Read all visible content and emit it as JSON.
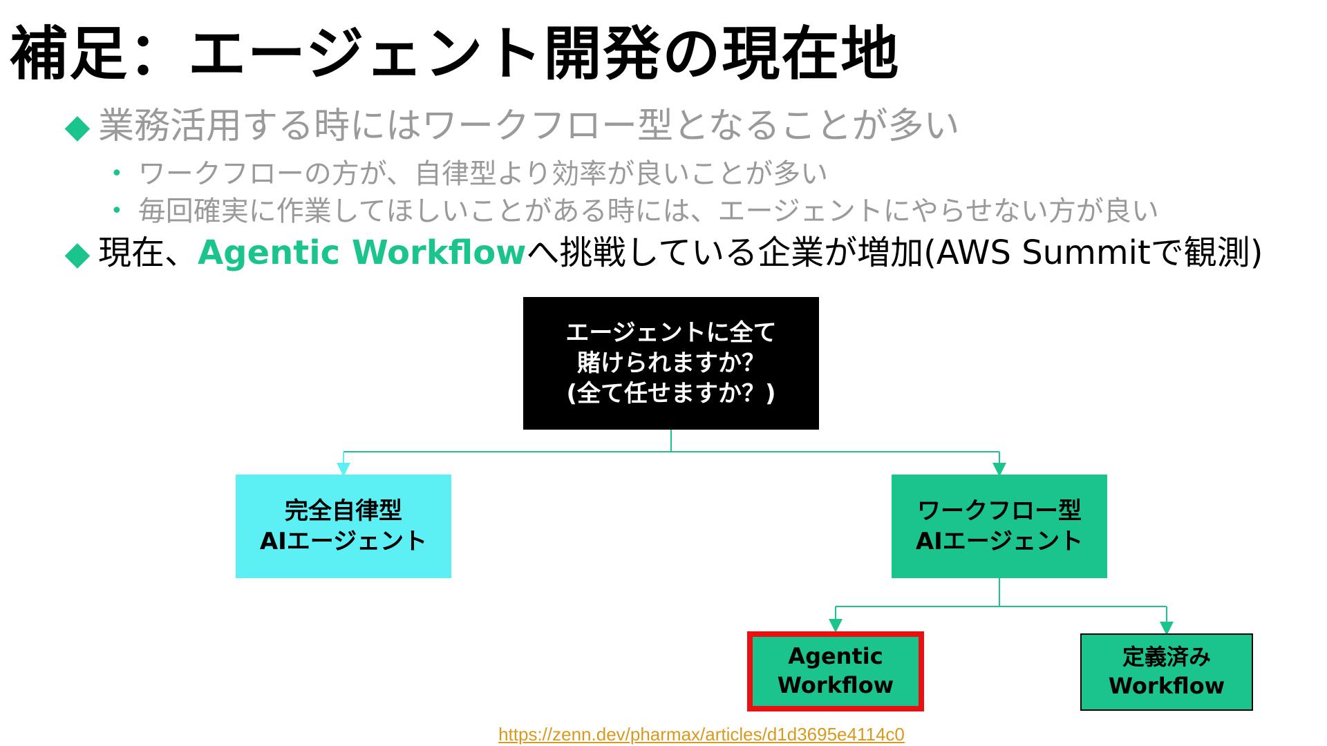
{
  "slide": {
    "title": "補足：エージェント開発の現在地",
    "bullets": [
      {
        "marker": "◆",
        "text": "業務活用する時にはワークフロー型となることが多い",
        "subs": [
          {
            "marker": "•",
            "text": "ワークフローの方が、自律型より効率が良いことが多い"
          },
          {
            "marker": "•",
            "text": "毎回確実に作業してほしいことがある時には、エージェントにやらせない方が良い"
          }
        ]
      },
      {
        "marker": "◆",
        "prefix": "現在、",
        "highlight": "Agentic Workflow",
        "suffix": "へ挑戦している企業が増加(AWS Summitで観測)"
      }
    ]
  },
  "diagram": {
    "question": {
      "lines": [
        "エージェントに全て",
        "賭けられますか？",
        "(全て任せますか？)"
      ]
    },
    "autonomous": {
      "lines": [
        "完全自律型",
        "AIエージェント"
      ]
    },
    "workflow": {
      "lines": [
        "ワークフロー型",
        "AIエージェント"
      ]
    },
    "agentic": {
      "lines": [
        "Agentic",
        "Workflow"
      ]
    },
    "defined": {
      "lines": [
        "定義済み",
        "Workflow"
      ]
    }
  },
  "source_link": "https://zenn.dev/pharmax/articles/d1d3695e4114c0",
  "colors": {
    "accent_green": "#1cc48d",
    "cyan": "#5cf0f5",
    "highlight_red": "#e81010",
    "link": "#d79a1e",
    "muted_text": "#9a9a9a"
  }
}
